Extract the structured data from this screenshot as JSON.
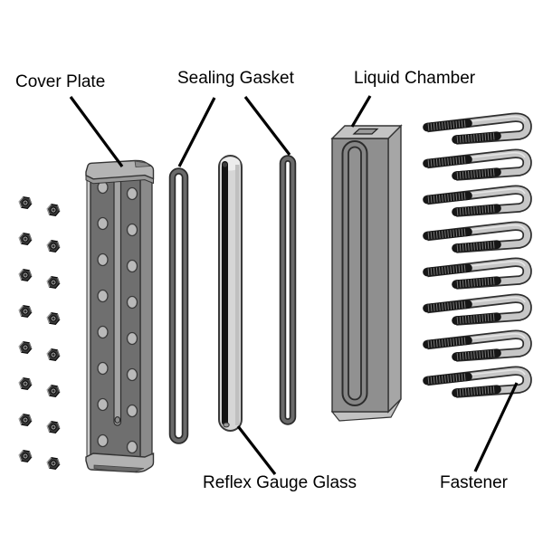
{
  "figure": {
    "kind": "exploded-assembly-diagram",
    "background": "#ffffff"
  },
  "labels": {
    "cover_plate": "Cover Plate",
    "sealing_gasket": "Sealing Gasket",
    "liquid_chamber": "Liquid Chamber",
    "reflex_gauge_glass": "Reflex Gauge Glass",
    "fastener": "Fastener"
  },
  "parts": [
    {
      "name": "Hex Nut",
      "count": 16,
      "labeled": false
    },
    {
      "name": "Cover Plate",
      "count": 1,
      "labeled": true
    },
    {
      "name": "Sealing Gasket",
      "count": 2,
      "labeled": true
    },
    {
      "name": "Reflex Gauge Glass",
      "count": 1,
      "labeled": true
    },
    {
      "name": "Liquid Chamber",
      "count": 1,
      "labeled": true
    },
    {
      "name": "Fastener",
      "count": 8,
      "labeled": true
    }
  ],
  "colors": {
    "background": "#ffffff",
    "label_text": "#000000",
    "leader_line": "#000000",
    "outline": "#333333",
    "metal_light": "#c9c9c9",
    "metal_mid": "#8f8f8f",
    "metal_dark": "#6f6f6f",
    "thread": "#1b1b1b"
  }
}
